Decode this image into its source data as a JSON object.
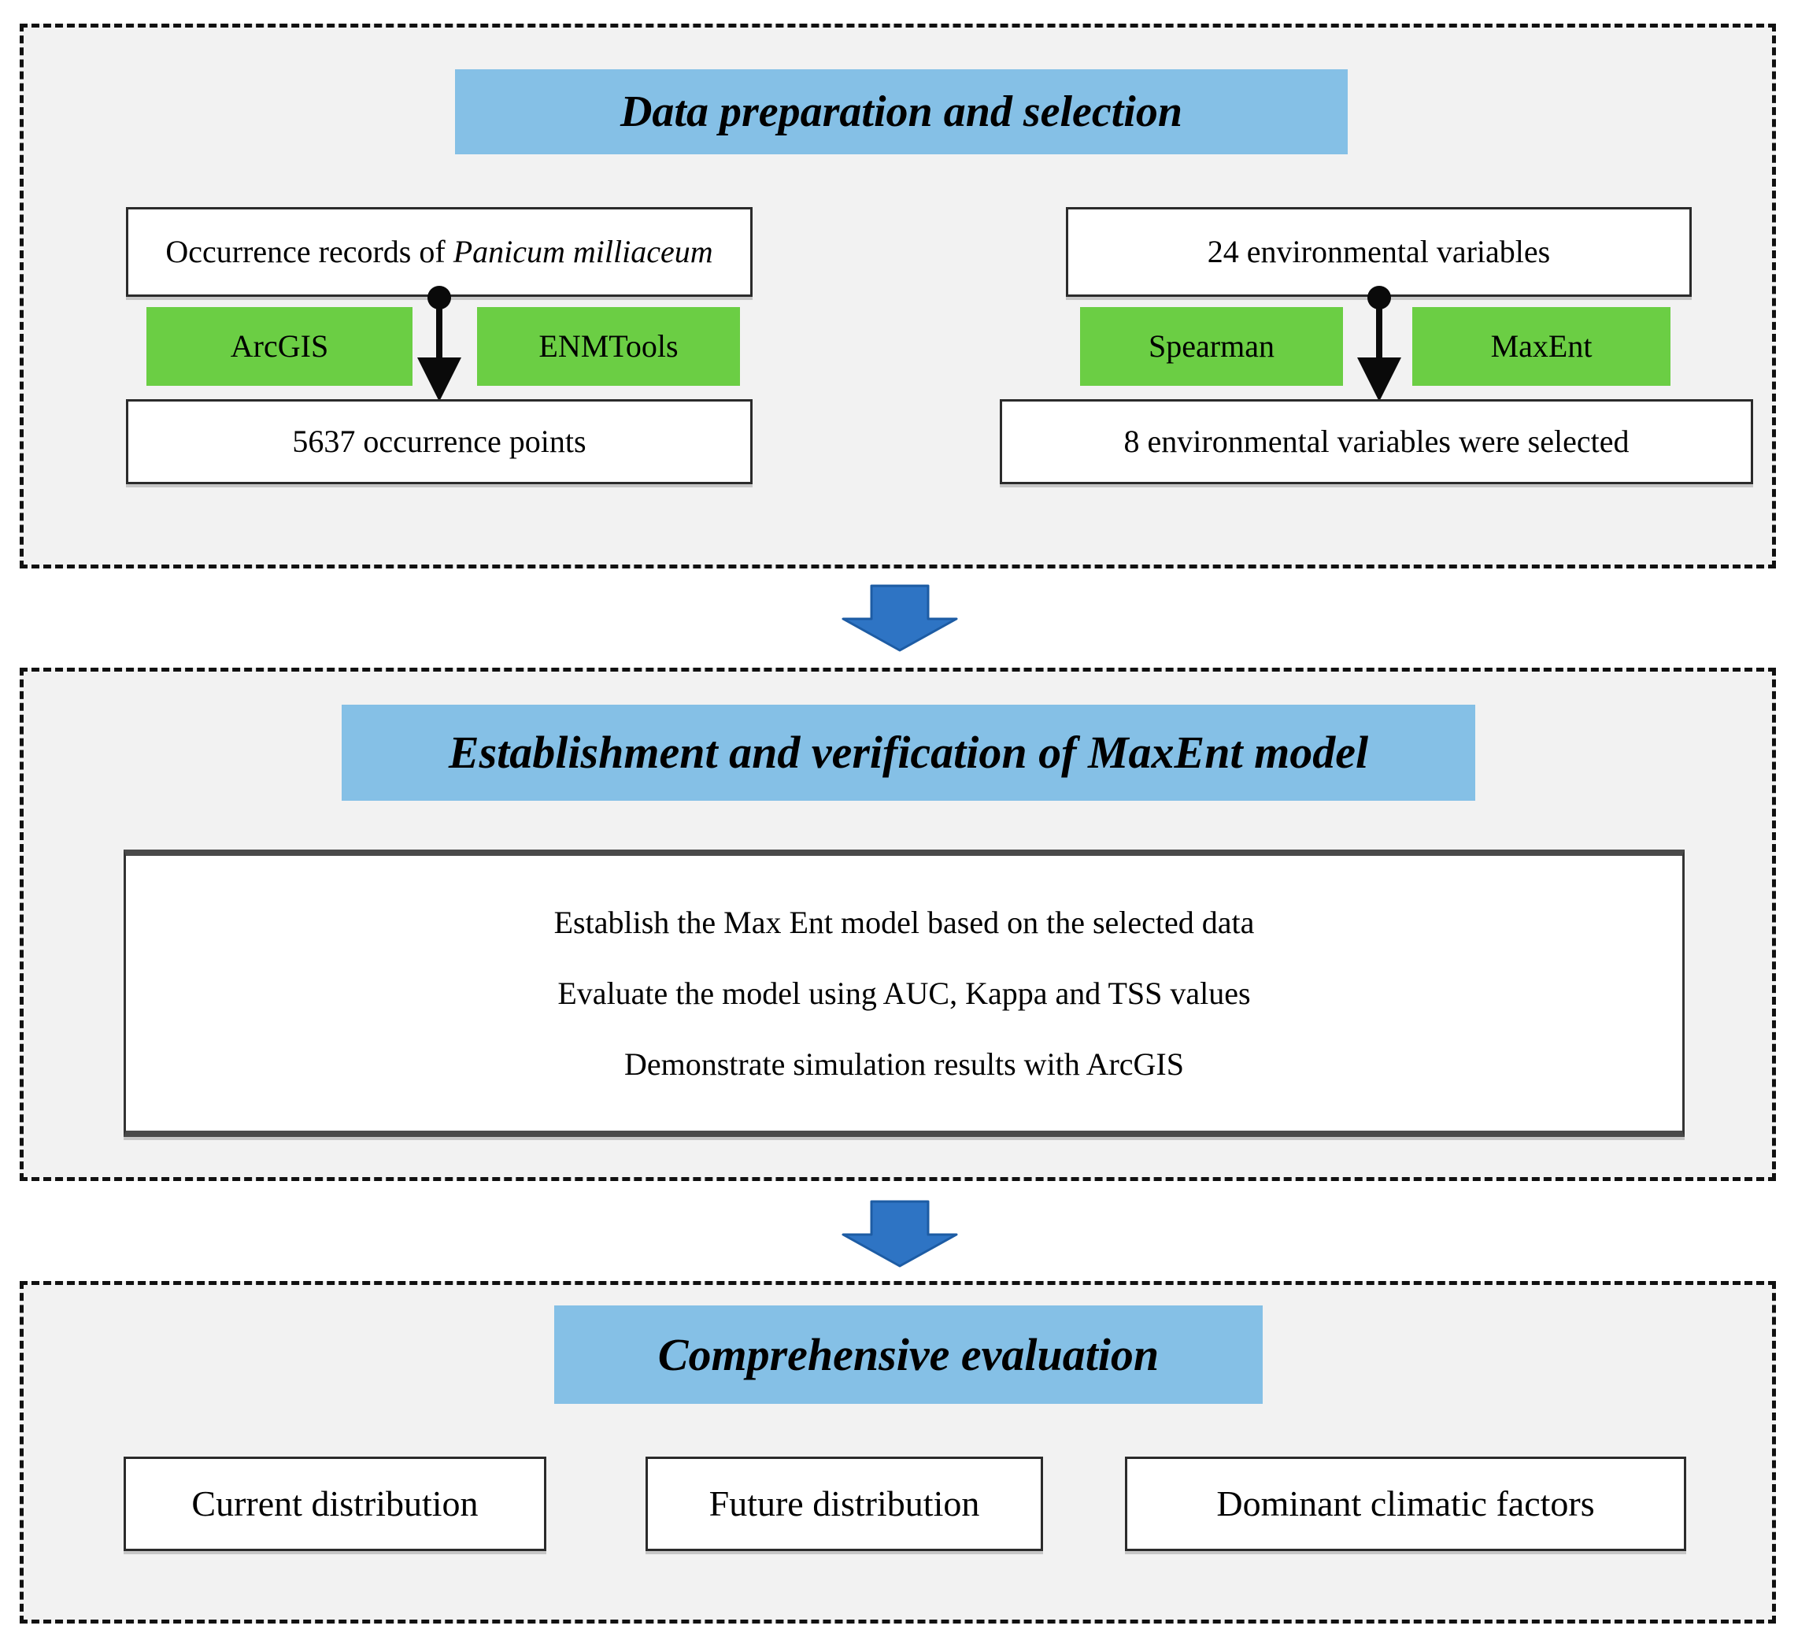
{
  "figure": {
    "prep": {
      "title": "Data preparation and selection",
      "occurrence": {
        "label_prefix": "Occurrence records of ",
        "species": "Panicum milliaceum",
        "tool_a": "ArcGIS",
        "tool_b": "ENMTools",
        "result": "5637 occurrence points"
      },
      "environment": {
        "label": "24 environmental variables",
        "tool_a": "Spearman",
        "tool_b": "MaxEnt",
        "result": "8 environmental variables were selected"
      }
    },
    "model": {
      "title": "Establishment and verification of MaxEnt model",
      "steps": [
        "Establish the Max Ent model based on the selected data",
        "Evaluate the model using AUC, Kappa and TSS values",
        "Demonstrate simulation results with ArcGIS"
      ]
    },
    "evaluation": {
      "title": "Comprehensive evaluation",
      "outputs": [
        "Current distribution",
        "Future distribution",
        "Dominant climatic factors"
      ]
    }
  },
  "colors": {
    "panel_background": "#f2f2f2",
    "header_blue": "#85C0E6",
    "tool_green": "#6BCE44",
    "big_arrow_fill": "#2E74C4",
    "big_arrow_stroke": "#1D5CA4",
    "connector_black": "#0a0a0a",
    "box_border": "#2b2b2b",
    "dashed_border": "#111111"
  }
}
